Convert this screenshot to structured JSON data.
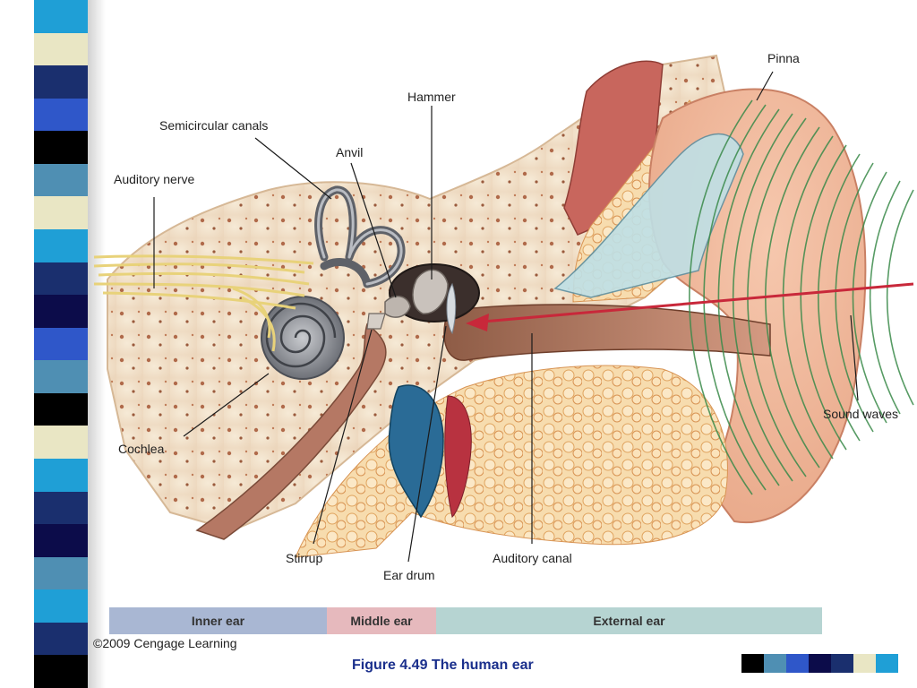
{
  "slide": {
    "caption": "Figure 4.49  The human ear",
    "copyright": "©2009 Cengage Learning"
  },
  "labels": {
    "pinna": "Pinna",
    "hammer": "Hammer",
    "semicircular_canals": "Semicircular canals",
    "anvil": "Anvil",
    "auditory_nerve": "Auditory nerve",
    "cochlea": "Cochlea",
    "stirrup": "Stirrup",
    "ear_drum": "Ear drum",
    "auditory_canal": "Auditory canal",
    "sound_waves": "Sound waves"
  },
  "regions": {
    "inner": "Inner ear",
    "middle": "Middle ear",
    "external": "External ear"
  },
  "colors": {
    "caption": "#1a2f8c",
    "inner_region": "#a9b7d3",
    "middle_region": "#e6b9bd",
    "external_region": "#b6d4d2",
    "arrow": "#c8283a",
    "sound_waves": "#3a8a4a"
  },
  "strip_colors": [
    "#1f9fd6",
    "#e9e6c4",
    "#1a2f6e",
    "#2f57c9",
    "#000000",
    "#4f8fb3",
    "#e9e6c4",
    "#1f9fd6",
    "#1a2f6e",
    "#0c0c4a",
    "#2f57c9",
    "#4f8fb3",
    "#000000",
    "#e9e6c4",
    "#1f9fd6",
    "#1a2f6e",
    "#0c0c4a",
    "#4f8fb3",
    "#1f9fd6",
    "#1a2f6e",
    "#000000"
  ],
  "swatch_colors": [
    "#000000",
    "#4f8fb3",
    "#2f57c9",
    "#0c0c4a",
    "#1a2f6e",
    "#e9e6c4",
    "#1f9fd6"
  ]
}
